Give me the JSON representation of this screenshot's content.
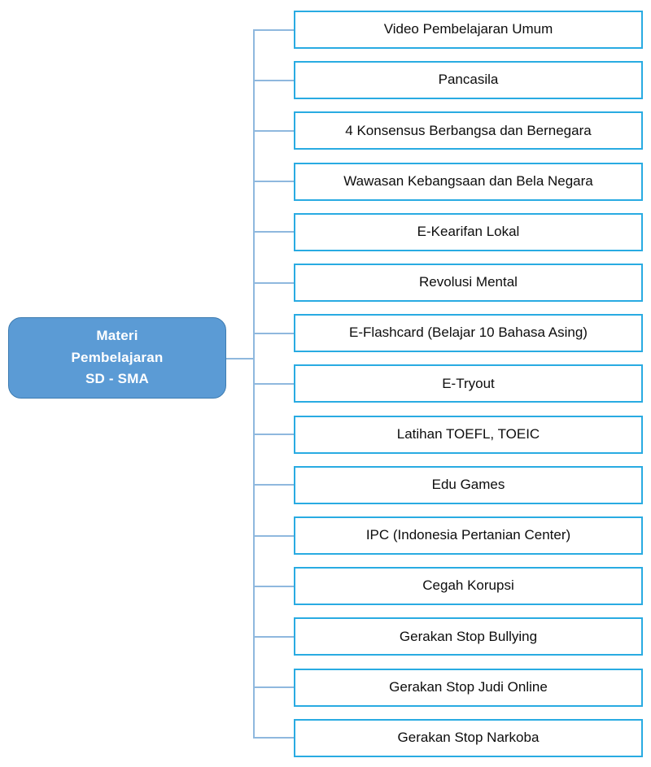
{
  "diagram": {
    "type": "tree-diagram",
    "orientation": "left-to-right",
    "colors": {
      "root_fill": "#5B9BD5",
      "root_border": "#3E7CB1",
      "root_text": "#FFFFFF",
      "leaf_fill": "#FFFFFF",
      "leaf_border": "#29ABE2",
      "leaf_text": "#0D0D0D",
      "connector": "#8FB8DE",
      "background": "#FFFFFF"
    },
    "root": {
      "label": "Materi\nPembelajaran\nSD - SMA",
      "line1": "Materi",
      "line2": "Pembelajaran",
      "line3": "SD - SMA"
    },
    "branch_count": 15,
    "branches": [
      {
        "index": 1,
        "label": "Video Pembelajaran Umum"
      },
      {
        "index": 2,
        "label": "Pancasila"
      },
      {
        "index": 3,
        "label": "4 Konsensus Berbangsa dan Bernegara"
      },
      {
        "index": 4,
        "label": "Wawasan Kebangsaan dan Bela Negara"
      },
      {
        "index": 5,
        "label": "E-Kearifan Lokal"
      },
      {
        "index": 6,
        "label": "Revolusi Mental"
      },
      {
        "index": 7,
        "label": "E-Flashcard (Belajar 10 Bahasa Asing)"
      },
      {
        "index": 8,
        "label": "E-Tryout"
      },
      {
        "index": 9,
        "label": "Latihan TOEFL, TOEIC"
      },
      {
        "index": 10,
        "label": "Edu Games"
      },
      {
        "index": 11,
        "label": "IPC (Indonesia Pertanian Center)"
      },
      {
        "index": 12,
        "label": "Cegah Korupsi"
      },
      {
        "index": 13,
        "label": "Gerakan Stop Bullying"
      },
      {
        "index": 14,
        "label": "Gerakan Stop Judi Online"
      },
      {
        "index": 15,
        "label": "Gerakan Stop Narkoba"
      }
    ]
  }
}
